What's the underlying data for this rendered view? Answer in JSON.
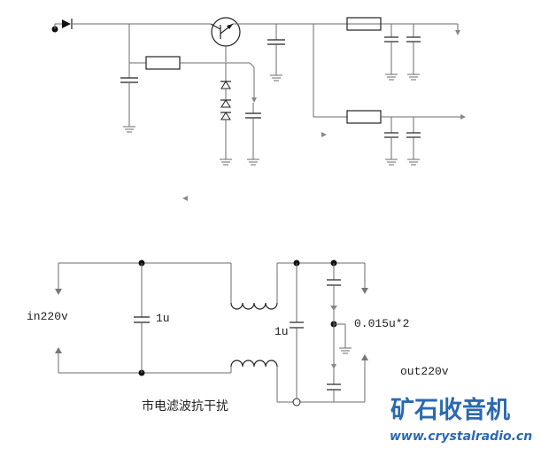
{
  "labels": {
    "input": "in220v",
    "output": "out220v",
    "cap_left": "1u",
    "cap_right": "1u",
    "cap_y": "0.015u*2",
    "caption": "市电滤波抗干扰"
  },
  "watermark": {
    "name": "矿石收音机",
    "url": "www.crystalradio.cn",
    "color": "#2b69b0"
  }
}
